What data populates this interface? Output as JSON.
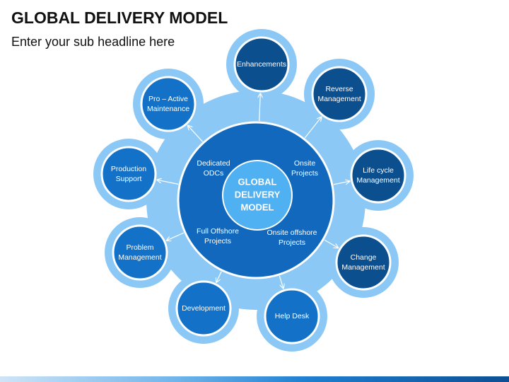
{
  "header": {
    "title": "GLOBAL DELIVERY MODEL",
    "subtitle": "Enter your sub headline here"
  },
  "center": {
    "lines": [
      "GLOBAL",
      "DELIVERY",
      "MODEL"
    ]
  },
  "inner_labels": [
    {
      "id": "dedicated-odcs",
      "lines": [
        "Dedicated",
        "ODCs"
      ]
    },
    {
      "id": "onsite-projects",
      "lines": [
        "Onsite",
        "Projects"
      ]
    },
    {
      "id": "full-offshore-projects",
      "lines": [
        "Full Offshore",
        "Projects"
      ]
    },
    {
      "id": "onsite-offshore-projects",
      "lines": [
        "Onsite offshore",
        "Projects"
      ]
    }
  ],
  "outer_nodes": [
    {
      "id": "enhancements",
      "lines": [
        "Enhancements"
      ],
      "shade": "dark"
    },
    {
      "id": "reverse-management",
      "lines": [
        "Reverse",
        "Management"
      ],
      "shade": "dark"
    },
    {
      "id": "life-cycle-management",
      "lines": [
        "Life cycle",
        "Management"
      ],
      "shade": "dark"
    },
    {
      "id": "change-management",
      "lines": [
        "Change",
        "Management"
      ],
      "shade": "dark"
    },
    {
      "id": "help-desk",
      "lines": [
        "Help Desk"
      ],
      "shade": "medium"
    },
    {
      "id": "development",
      "lines": [
        "Development"
      ],
      "shade": "medium"
    },
    {
      "id": "problem-management",
      "lines": [
        "Problem",
        "Management"
      ],
      "shade": "medium"
    },
    {
      "id": "production-support",
      "lines": [
        "Production",
        "Support"
      ],
      "shade": "medium"
    },
    {
      "id": "pro-active-maintenance",
      "lines": [
        "Pro – Active",
        "Maintenance"
      ],
      "shade": "medium"
    }
  ],
  "colors": {
    "outer_ring": "#8cc8f5",
    "node_halo": "#8cc8f5",
    "node_border": "#ffffff",
    "dark_node": "#0b4f8f",
    "medium_node": "#1372c8",
    "main_circle": "#1168bd",
    "main_border": "#ffffff",
    "center_circle": "#4fb1f2",
    "arrow": "#ffffff",
    "text_on_blue": "#ffffff",
    "title_text": "#111111"
  }
}
